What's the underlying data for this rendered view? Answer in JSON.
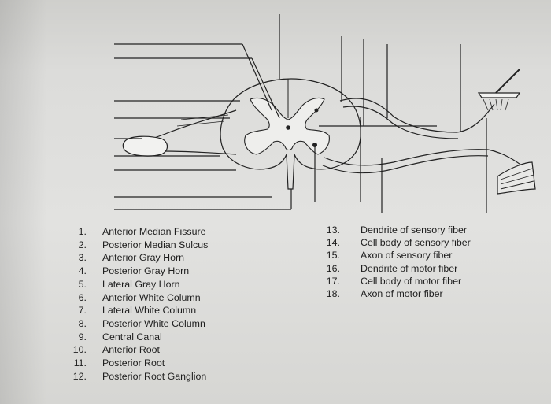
{
  "legend_left": [
    {
      "num": "1.",
      "label": "Anterior Median Fissure"
    },
    {
      "num": "2.",
      "label": "Posterior Median Sulcus"
    },
    {
      "num": "3.",
      "label": "Anterior Gray Horn"
    },
    {
      "num": "4.",
      "label": "Posterior Gray Horn"
    },
    {
      "num": "5.",
      "label": "Lateral Gray Horn"
    },
    {
      "num": "6.",
      "label": "Anterior White Column"
    },
    {
      "num": "7.",
      "label": "Lateral White Column"
    },
    {
      "num": "8.",
      "label": "Posterior White Column"
    },
    {
      "num": "9.",
      "label": "Central Canal"
    },
    {
      "num": "10.",
      "label": "Anterior Root"
    },
    {
      "num": "11.",
      "label": "Posterior Root"
    },
    {
      "num": "12.",
      "label": "Posterior Root Ganglion"
    }
  ],
  "legend_right": [
    {
      "num": "13.",
      "label": "Dendrite of sensory fiber"
    },
    {
      "num": "14.",
      "label": "Cell body of sensory fiber"
    },
    {
      "num": "15.",
      "label": "Axon of sensory fiber"
    },
    {
      "num": "16.",
      "label": "Dendrite of motor fiber"
    },
    {
      "num": "17.",
      "label": "Cell body of motor fiber"
    },
    {
      "num": "18.",
      "label": "Axon of motor fiber"
    }
  ],
  "colors": {
    "ink": "#222222",
    "paper": "#e0e0de",
    "gray_matter": "#eeeeec"
  }
}
